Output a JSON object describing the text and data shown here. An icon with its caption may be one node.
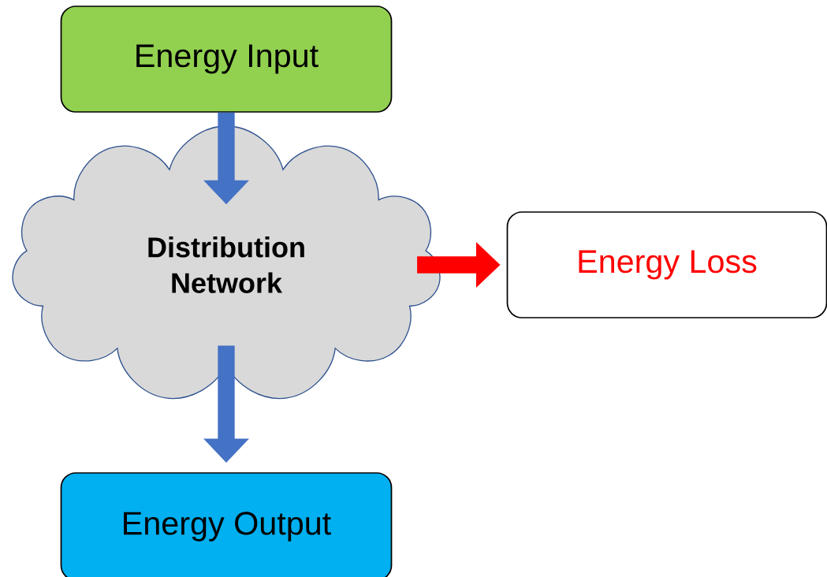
{
  "diagram": {
    "nodes": [
      {
        "text": [
          "Energy Input"
        ]
      },
      {
        "text": [
          "Distribution Network"
        ]
      },
      {
        "text": [
          "Energy Loss"
        ]
      },
      {
        "text": [
          "Energy Output"
        ]
      }
    ],
    "edges": [
      {
        "from": 0,
        "to": 1,
        "arrow": "to"
      },
      {
        "from": 1,
        "to": 2,
        "arrow": "to",
        "color": "#ff0000"
      },
      {
        "from": 1,
        "to": 3,
        "arrow": "to"
      }
    ]
  }
}
